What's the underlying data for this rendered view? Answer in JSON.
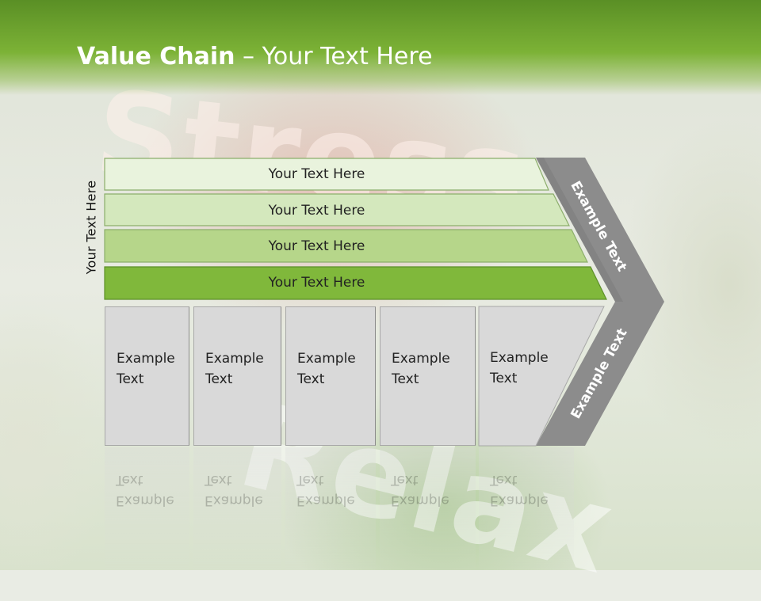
{
  "slide": {
    "title_bold": "Value Chain",
    "title_rest": " – Your Text Here",
    "side_label": "Your Text Here",
    "bars": [
      {
        "label": "Your Text Here",
        "color": "#e9f3dd"
      },
      {
        "label": "Your Text Here",
        "color": "#d4e8bd"
      },
      {
        "label": "Your Text Here",
        "color": "#b6d68a"
      },
      {
        "label": "Your Text Here",
        "color": "#80b83b"
      }
    ],
    "columns": [
      {
        "label": "Example\nText"
      },
      {
        "label": "Example\nText"
      },
      {
        "label": "Example\nText"
      },
      {
        "label": "Example\nText"
      },
      {
        "label": "Example\nText"
      }
    ],
    "chevron_top_label": "Example Text",
    "chevron_bottom_label": "Example Text",
    "background_words": [
      "Stress",
      "Relax"
    ],
    "colors": {
      "header_green": "#7cb236",
      "chevron_gray": "#8c8c8c",
      "column_gray": "#d9d9d9"
    }
  }
}
